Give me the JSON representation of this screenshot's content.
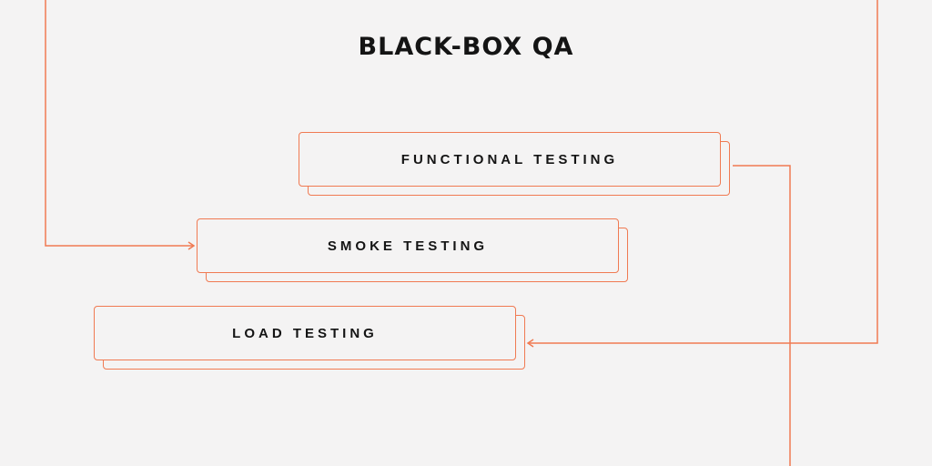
{
  "title": "BLACK-BOX QA",
  "cards": [
    {
      "label": "FUNCTIONAL TESTING"
    },
    {
      "label": "SMOKE TESTING"
    },
    {
      "label": "LOAD TESTING"
    }
  ],
  "colors": {
    "accent": "#f07a52",
    "background": "#f4f3f3",
    "text": "#141414"
  }
}
